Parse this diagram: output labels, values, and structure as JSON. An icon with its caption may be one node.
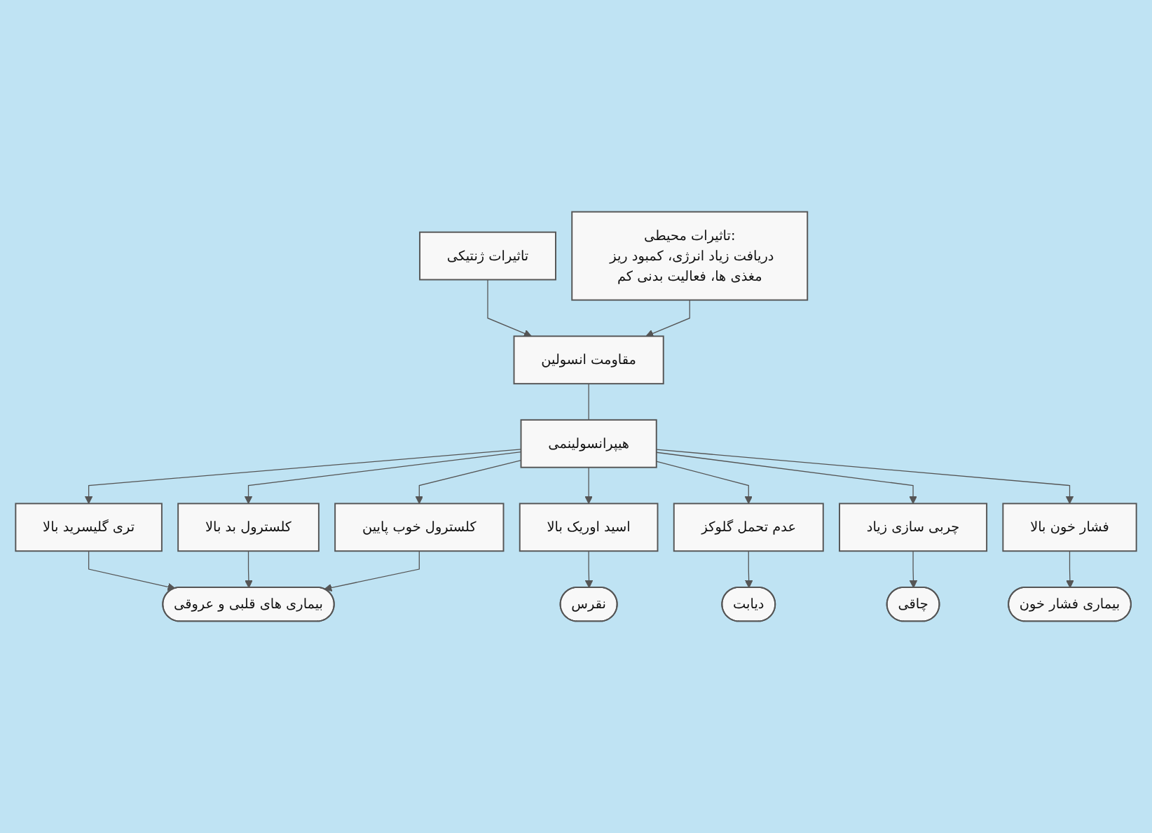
{
  "diagram": {
    "nodes": [
      {
        "text": [
          "تاثیرات ژنتیکی"
        ]
      },
      {
        "text": [
          "مقاومت انسولین"
        ]
      },
      {
        "text": [
          "تاثیرات محیطی:",
          "دریافت زیاد انرژی، کمبود ریز مغذی ها، فعالیت بدنی کم"
        ]
      },
      {
        "text": [
          "هیپرانسولینمی"
        ]
      },
      {
        "text": [
          "تری گلیسرید بالا"
        ]
      },
      {
        "text": [
          "کلسترول بد بالا"
        ]
      },
      {
        "text": [
          "کلسترول خوب پایین"
        ]
      },
      {
        "text": [
          "اسید اوریک بالا"
        ]
      },
      {
        "text": [
          "عدم تحمل گلوکز"
        ]
      },
      {
        "text": [
          "چربی سازی زیاد"
        ]
      },
      {
        "text": [
          "فشار خون بالا"
        ]
      },
      {
        "text": [
          "بیماری های قلبی و عروقی"
        ]
      },
      {
        "text": [
          "نقرس"
        ]
      },
      {
        "text": [
          "دیابت"
        ]
      },
      {
        "text": [
          "چاقی"
        ]
      },
      {
        "text": [
          "بیماری فشار خون"
        ]
      }
    ],
    "edges": [
      {
        "from": 0,
        "to": 1,
        "arrow": "to"
      },
      {
        "from": 2,
        "to": 1,
        "arrow": "to"
      },
      {
        "from": 1,
        "to": 3,
        "arrow": "none"
      },
      {
        "from": 3,
        "to": 4,
        "arrow": "to"
      },
      {
        "from": 3,
        "to": 5,
        "arrow": "to"
      },
      {
        "from": 3,
        "to": 6,
        "arrow": "to"
      },
      {
        "from": 3,
        "to": 7,
        "arrow": "to"
      },
      {
        "from": 3,
        "to": 8,
        "arrow": "to"
      },
      {
        "from": 3,
        "to": 9,
        "arrow": "to"
      },
      {
        "from": 3,
        "to": 10,
        "arrow": "to"
      },
      {
        "from": 4,
        "to": 11,
        "arrow": "to"
      },
      {
        "from": 5,
        "to": 11,
        "arrow": "to"
      },
      {
        "from": 6,
        "to": 11,
        "arrow": "to"
      },
      {
        "from": 7,
        "to": 12,
        "arrow": "to"
      },
      {
        "from": 8,
        "to": 13,
        "arrow": "to"
      },
      {
        "from": 9,
        "to": 14,
        "arrow": "to"
      },
      {
        "from": 10,
        "to": 15,
        "arrow": "to"
      }
    ]
  }
}
